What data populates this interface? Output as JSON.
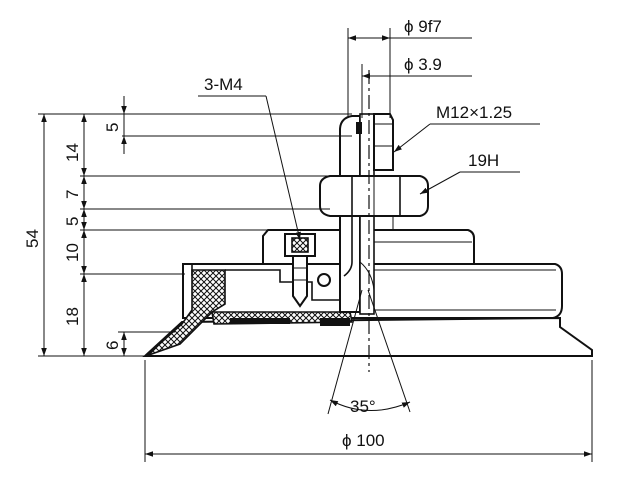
{
  "dimensions": {
    "bore_outer": "ϕ 9f7",
    "bore_inner": "ϕ 3.9",
    "thread": "M12×1.25",
    "hex": "19H",
    "screws": "3-M4",
    "pad_diameter": "ϕ 100",
    "angle": "35°",
    "overall_height": "54",
    "height_14": "14",
    "height_5_top": "5",
    "height_7": "7",
    "height_5_mid": "5",
    "height_10": "10",
    "height_18": "18",
    "height_6": "6"
  }
}
